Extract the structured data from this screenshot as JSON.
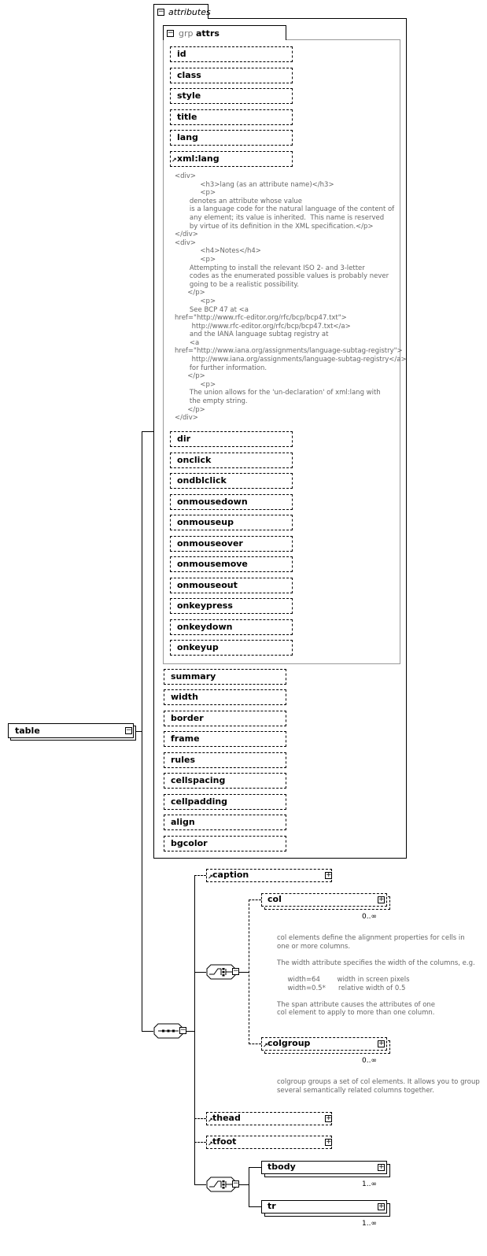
{
  "root": {
    "label": "table"
  },
  "attributes_group": {
    "label": "attributes"
  },
  "grp": {
    "prefix": "grp",
    "label": "attrs"
  },
  "grp_attrs_a": [
    "id",
    "class",
    "style",
    "title",
    "lang",
    "xml:lang"
  ],
  "annotation_xml_lang": "<div>\n            <h3>lang (as an attribute name)</h3>\n            <p>\n       denotes an attribute whose value\n       is a language code for the natural language of the content of\n       any element; its value is inherited.  This name is reserved\n       by virtue of its definition in the XML specification.</p>\n</div>\n<div>\n            <h4>Notes</h4>\n            <p>\n       Attempting to install the relevant ISO 2- and 3-letter\n       codes as the enumerated possible values is probably never\n       going to be a realistic possibility.\n      </p>\n            <p>\n       See BCP 47 at <a\nhref=\"http://www.rfc-editor.org/rfc/bcp/bcp47.txt\">\n        http://www.rfc-editor.org/rfc/bcp/bcp47.txt</a>\n       and the IANA language subtag registry at\n       <a\nhref=\"http://www.iana.org/assignments/language-subtag-registry\">\n        http://www.iana.org/assignments/language-subtag-registry</a>\n       for further information.\n      </p>\n            <p>\n       The union allows for the 'un-declaration' of xml:lang with\n       the empty string.\n      </p>\n</div>",
  "grp_attrs_b": [
    "dir",
    "onclick",
    "ondblclick",
    "onmousedown",
    "onmouseup",
    "onmouseover",
    "onmousemove",
    "onmouseout",
    "onkeypress",
    "onkeydown",
    "onkeyup"
  ],
  "table_attrs": [
    "summary",
    "width",
    "border",
    "frame",
    "rules",
    "cellspacing",
    "cellpadding",
    "align",
    "bgcolor"
  ],
  "elements": {
    "caption": "caption",
    "col": "col",
    "col_card": "0..∞",
    "col_annotation": "col elements define the alignment properties for cells in\none or more columns.\n\nThe width attribute specifies the width of the columns, e.g.\n\n     width=64        width in screen pixels\n     width=0.5*      relative width of 0.5\n\nThe span attribute causes the attributes of one\ncol element to apply to more than one column.",
    "colgroup": "colgroup",
    "colgroup_card": "0..∞",
    "colgroup_annotation": "colgroup groups a set of col elements. It allows you to group\nseveral semantically related columns together.",
    "thead": "thead",
    "tfoot": "tfoot",
    "tbody": "tbody",
    "tbody_card": "1..∞",
    "tr": "tr",
    "tr_card": "1..∞"
  }
}
